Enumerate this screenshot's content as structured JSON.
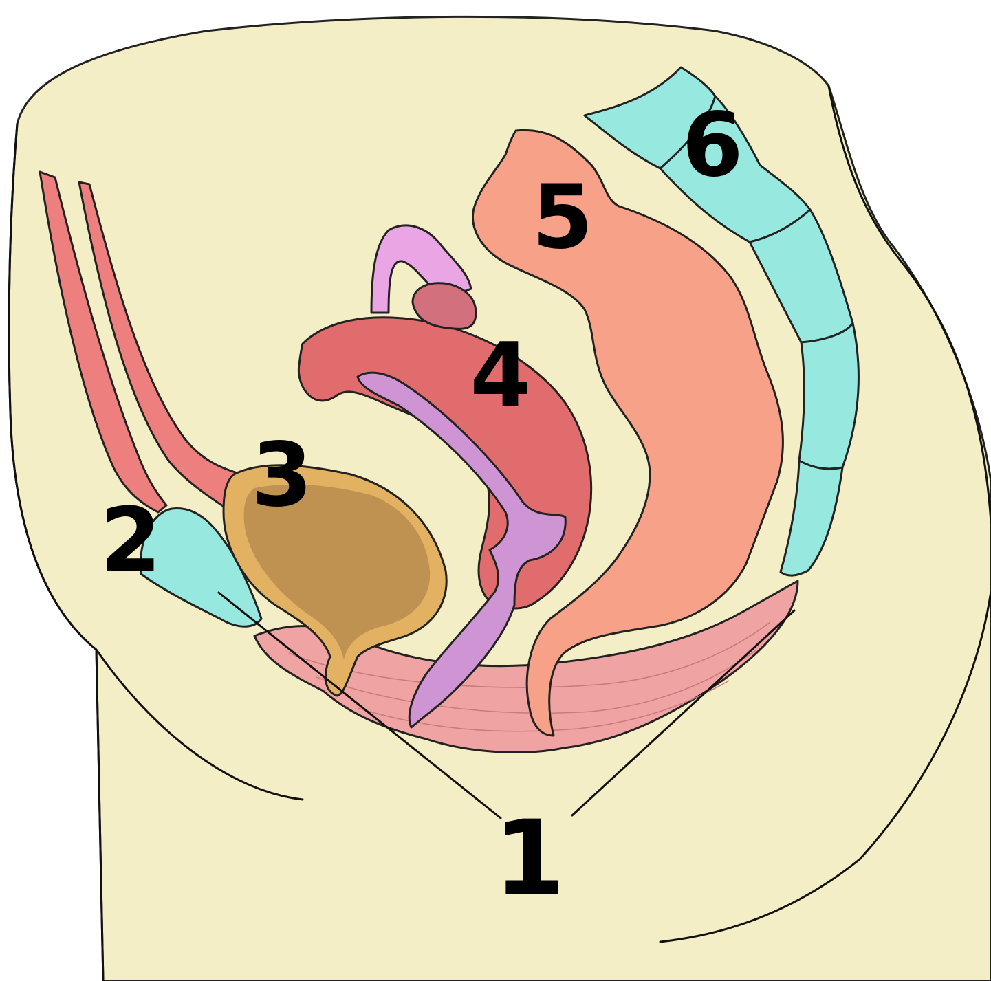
{
  "labels": [
    {
      "id": "1",
      "text": "1"
    },
    {
      "id": "2",
      "text": "2"
    },
    {
      "id": "3",
      "text": "3"
    },
    {
      "id": "4",
      "text": "4"
    },
    {
      "id": "5",
      "text": "5"
    },
    {
      "id": "6",
      "text": "6"
    }
  ],
  "colors": {
    "skin": "#f4eec6",
    "muscle": "#ee7f7f",
    "pelvic_floor": "#f0a3a3",
    "bone": "#97e9df",
    "bladder_wall": "#e2b161",
    "bladder_lumen": "#bf9252",
    "uterus": "#e06c6e",
    "uterine_cavity": "#cf94d4",
    "ovary_tube": "#eaa6e4",
    "ovary": "#d2707e",
    "rectum": "#f7a288",
    "outline": "#111111"
  }
}
